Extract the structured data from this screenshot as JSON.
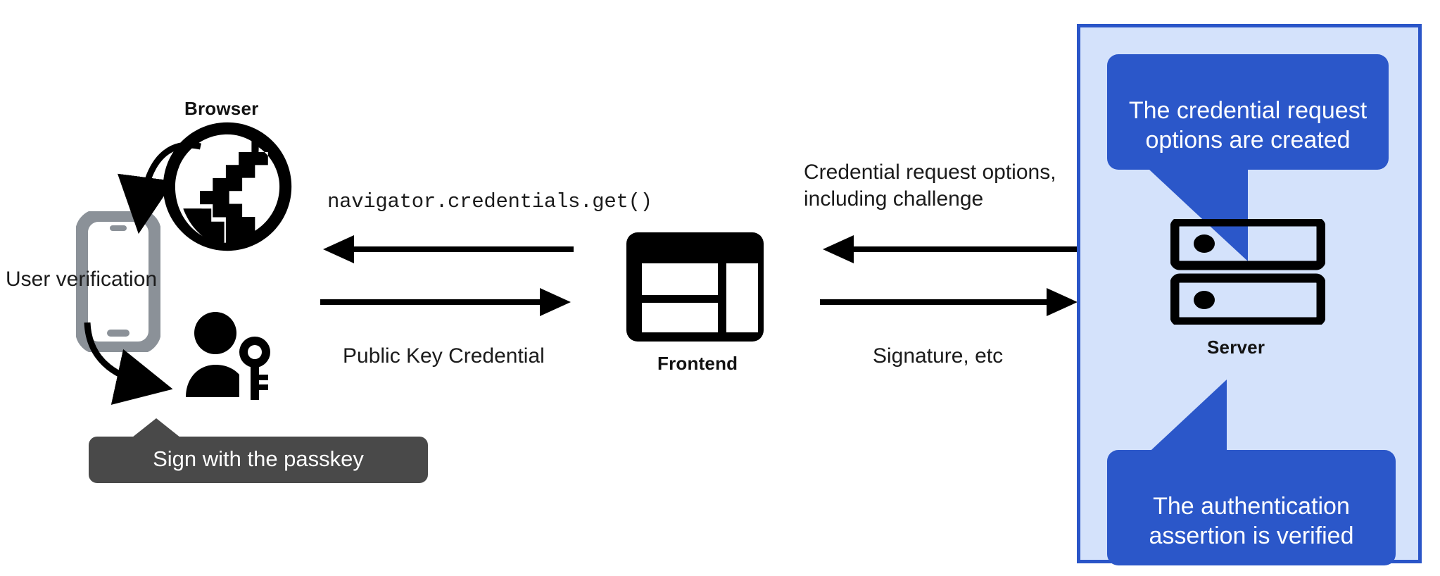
{
  "diagram": {
    "title": "WebAuthn authentication flow",
    "background": "#ffffff",
    "colors": {
      "accent_blue": "#2b57c9",
      "panel_blue_bg": "#d4e2fb",
      "panel_blue_border": "#2a55c8",
      "tooltip_dark": "#494949",
      "phone_gray": "#8b9198",
      "ink": "#1b1b1b"
    }
  },
  "browser": {
    "label": "Browser",
    "icon": "globe-icon"
  },
  "phone": {
    "icon": "smartphone-icon",
    "verification_label": "User verification"
  },
  "user": {
    "icon": "person-with-key-icon",
    "tooltip": "Sign with the passkey"
  },
  "frontend": {
    "label": "Frontend",
    "icon": "web-layout-icon"
  },
  "server": {
    "label": "Server",
    "icon": "server-racks-icon",
    "callout_top": "The credential request\noptions are created",
    "callout_bottom": "The authentication\nassertion is verified"
  },
  "flows": {
    "browser_to_frontend_down": "Public Key Credential",
    "frontend_to_browser_up": "navigator.credentials.get()",
    "server_to_frontend_up": "Credential request options,\nincluding challenge",
    "frontend_to_server_down": "Signature, etc"
  }
}
